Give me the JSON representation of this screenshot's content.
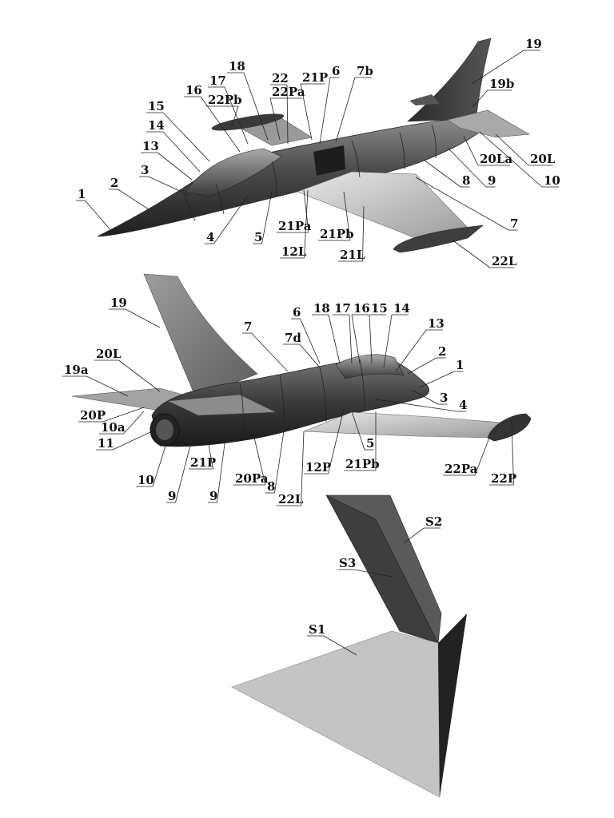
{
  "figure_top": {
    "labels": [
      "1",
      "2",
      "3",
      "4",
      "5",
      "6",
      "7",
      "7b",
      "8",
      "9",
      "10",
      "12L",
      "13",
      "14",
      "15",
      "16",
      "17",
      "18",
      "19",
      "19b",
      "20L",
      "20La",
      "21L",
      "21P",
      "21Pa",
      "21Pb",
      "22",
      "22L",
      "22Pa",
      "22Pb"
    ]
  },
  "figure_middle": {
    "labels": [
      "1",
      "2",
      "3",
      "4",
      "5",
      "6",
      "7",
      "7d",
      "8",
      "9",
      "9",
      "10",
      "10a",
      "11",
      "12P",
      "13",
      "14",
      "15",
      "16",
      "17",
      "18",
      "19",
      "19a",
      "20L",
      "20P",
      "20Pa",
      "21P",
      "21Pb",
      "22L",
      "22P",
      "22Pa"
    ]
  },
  "figure_bottom": {
    "labels": [
      "S1",
      "S2",
      "S3"
    ]
  },
  "colors": {
    "fuselage_dark": "#3b3b3b",
    "fuselage_light": "#8a8a8a",
    "wing_light": "#c8c8c8",
    "surface_s1": "#c4c4c4",
    "surface_dark": "#2e2e2e"
  }
}
